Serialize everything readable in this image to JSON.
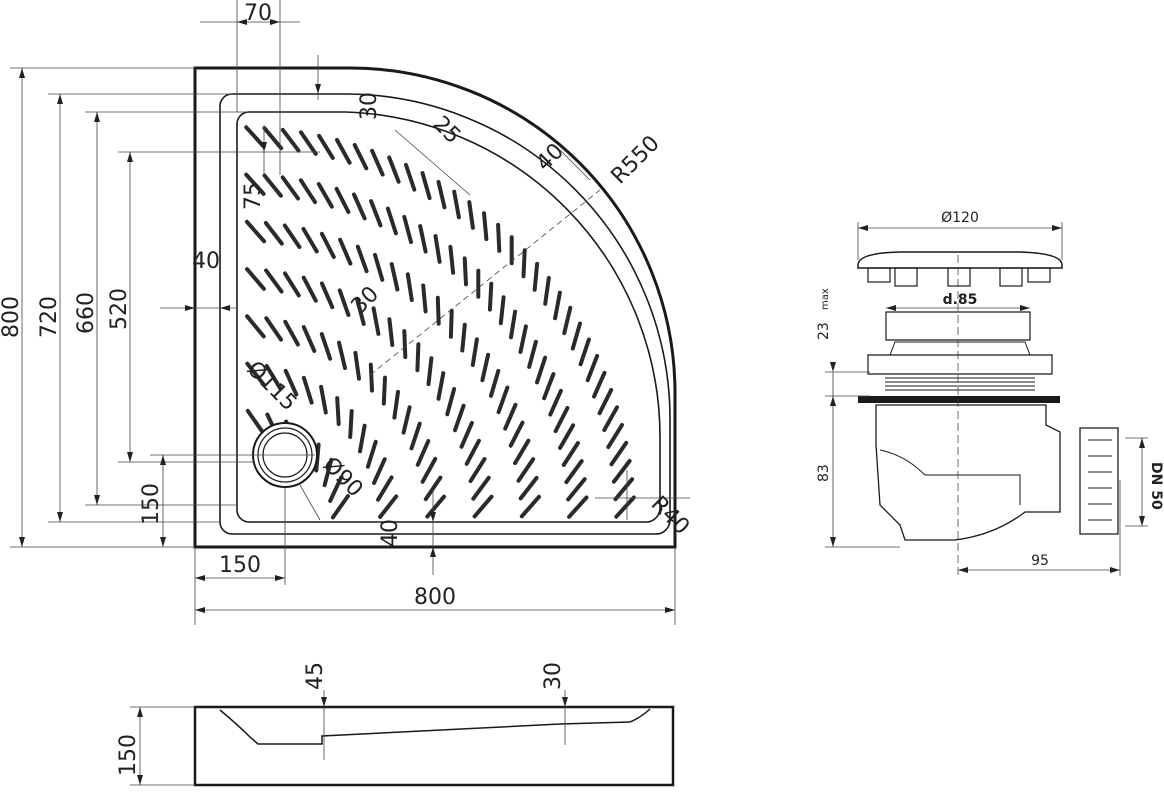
{
  "plan_view": {
    "dimensions": {
      "top_width": "70",
      "rim_30": "30",
      "rim_25": "25",
      "offset_75": "75",
      "side_40": "40",
      "slope_30": "30",
      "edge_40": "40",
      "radius_outer": "R550",
      "radius_corner": "R40",
      "height_800": "800",
      "height_720": "720",
      "height_660": "660",
      "height_520": "520",
      "height_150": "150",
      "bottom_150": "150",
      "bottom_40": "40",
      "width_800": "800",
      "drain_outer": "Ø115",
      "drain_inner": "Ø90"
    }
  },
  "side_view": {
    "dimensions": {
      "depth_45": "45",
      "depth_30": "30",
      "height_150": "150"
    }
  },
  "drain_detail": {
    "dimensions": {
      "cap_diameter": "Ø120",
      "inner_diameter": "d.85",
      "max_height": "23",
      "max_suffix": "max",
      "height_83": "83",
      "outlet_offset": "95",
      "outlet_size": "DN 50"
    }
  },
  "colors": {
    "line": "#1a1a1a",
    "background": "#ffffff"
  }
}
